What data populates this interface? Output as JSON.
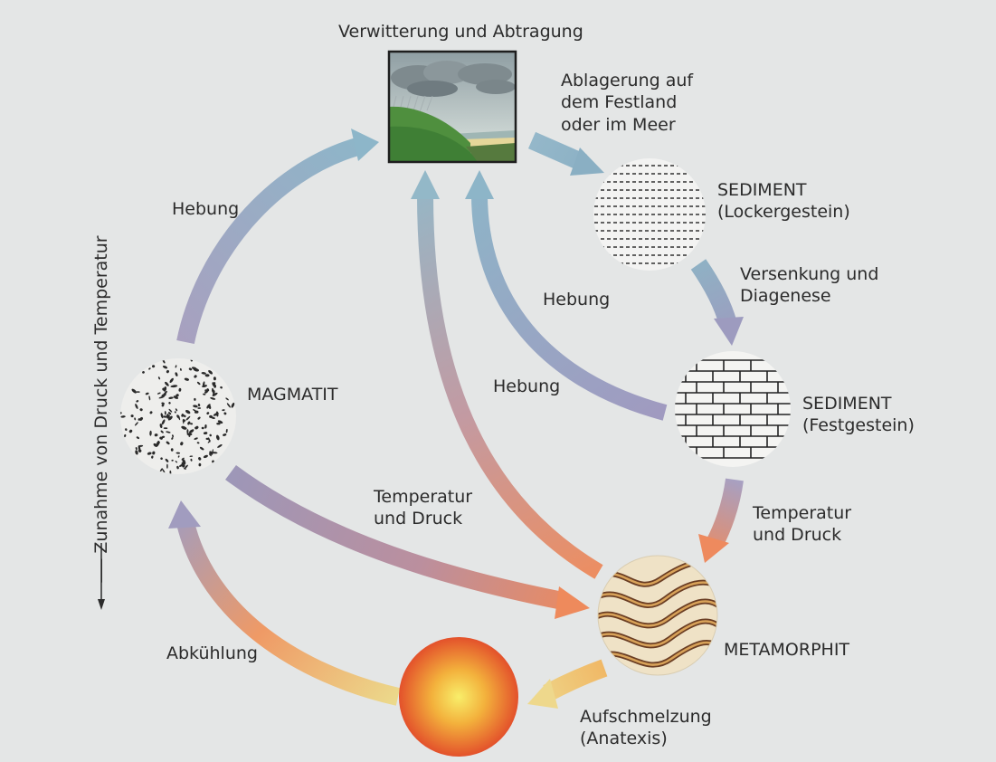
{
  "title": "Verwitterung und Abtragung",
  "deposition": [
    "Ablagerung auf",
    "dem Festland",
    "oder im Meer"
  ],
  "sediment_loose": [
    "SEDIMENT",
    "(Lockergestein)"
  ],
  "burial": [
    "Versenkung und",
    "Diagenese"
  ],
  "sediment_solid": [
    "SEDIMENT",
    "(Festgestein)"
  ],
  "temp_pressure_right": [
    "Temperatur",
    "und Druck"
  ],
  "metamorphite": "METAMORPHIT",
  "melting": [
    "Aufschmelzung",
    "(Anatexis)"
  ],
  "cooling": "Abkühlung",
  "magmatite": "MAGMATIT",
  "temp_pressure_center": [
    "Temperatur",
    "und Druck"
  ],
  "uplift_left": "Hebung",
  "uplift_mid_upper": "Hebung",
  "uplift_mid_lower": "Hebung",
  "axis_label": "Zunahme von Druck und Temperatur",
  "colors": {
    "arrow_cool": "#8fb3c7",
    "arrow_violet": "#9e97b9",
    "arrow_warm": "#ec8f63",
    "arrow_yellow": "#ecd88a",
    "magma_center": "#f6e04a",
    "magma_edge": "#e0532a"
  }
}
